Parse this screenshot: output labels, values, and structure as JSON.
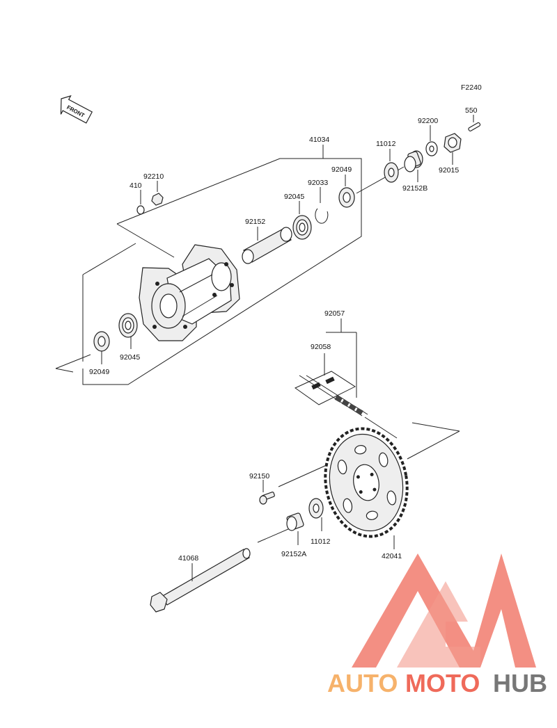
{
  "figure_code": "F2240",
  "front_label": "FRONT",
  "parts": {
    "p550": "550",
    "p92200": "92200",
    "p11012_top": "11012",
    "p41034": "41034",
    "p92049_top": "92049",
    "p92152B": "92152B",
    "p92015": "92015",
    "p92210": "92210",
    "p410": "410",
    "p92033": "92033",
    "p92045_top": "92045",
    "p92152": "92152",
    "p92045_bot": "92045",
    "p92049_bot": "92049",
    "p92057": "92057",
    "p92058": "92058",
    "p92150": "92150",
    "p11012_bot": "11012",
    "p92152A": "92152A",
    "p42041": "42041",
    "p41068": "41068"
  },
  "watermark": {
    "part1": "AUTO",
    "part2": "MOTO",
    "part3": "HUB",
    "color_orange": "#f6b26b",
    "color_red": "#ef6a5a",
    "color_gray": "#777777"
  }
}
